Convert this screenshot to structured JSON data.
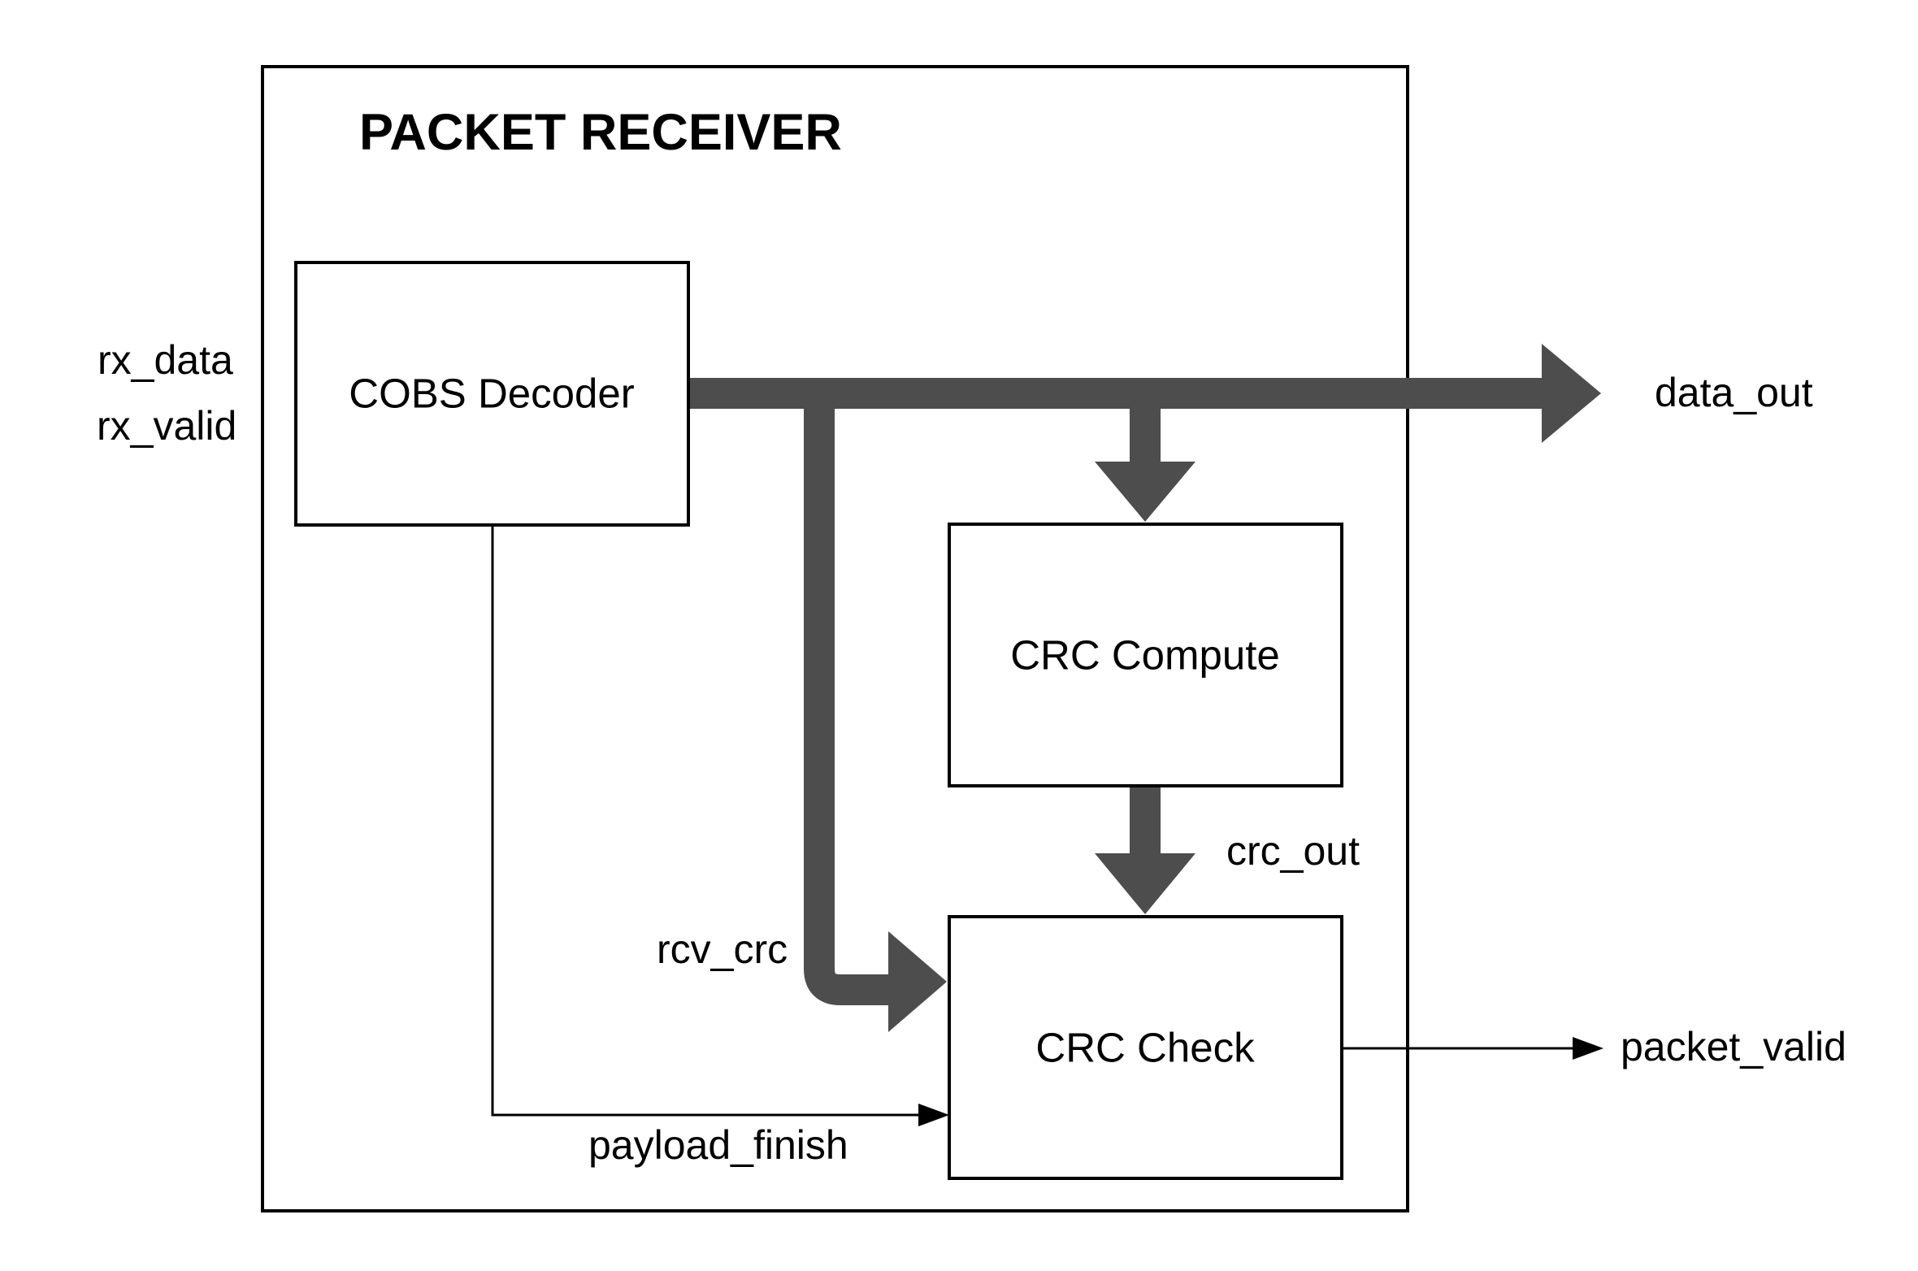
{
  "title": "PACKET RECEIVER",
  "blocks": {
    "cobs_decoder": "COBS Decoder",
    "crc_compute": "CRC Compute",
    "crc_check": "CRC Check"
  },
  "signals": {
    "rx_data": "rx_data",
    "rx_valid": "rx_valid",
    "data_out": "data_out",
    "crc_out": "crc_out",
    "rcv_crc": "rcv_crc",
    "payload_finish": "payload_finish",
    "packet_valid": "packet_valid"
  },
  "colors": {
    "bus": "#4d4d4d",
    "line": "#000000",
    "background": "#ffffff"
  }
}
